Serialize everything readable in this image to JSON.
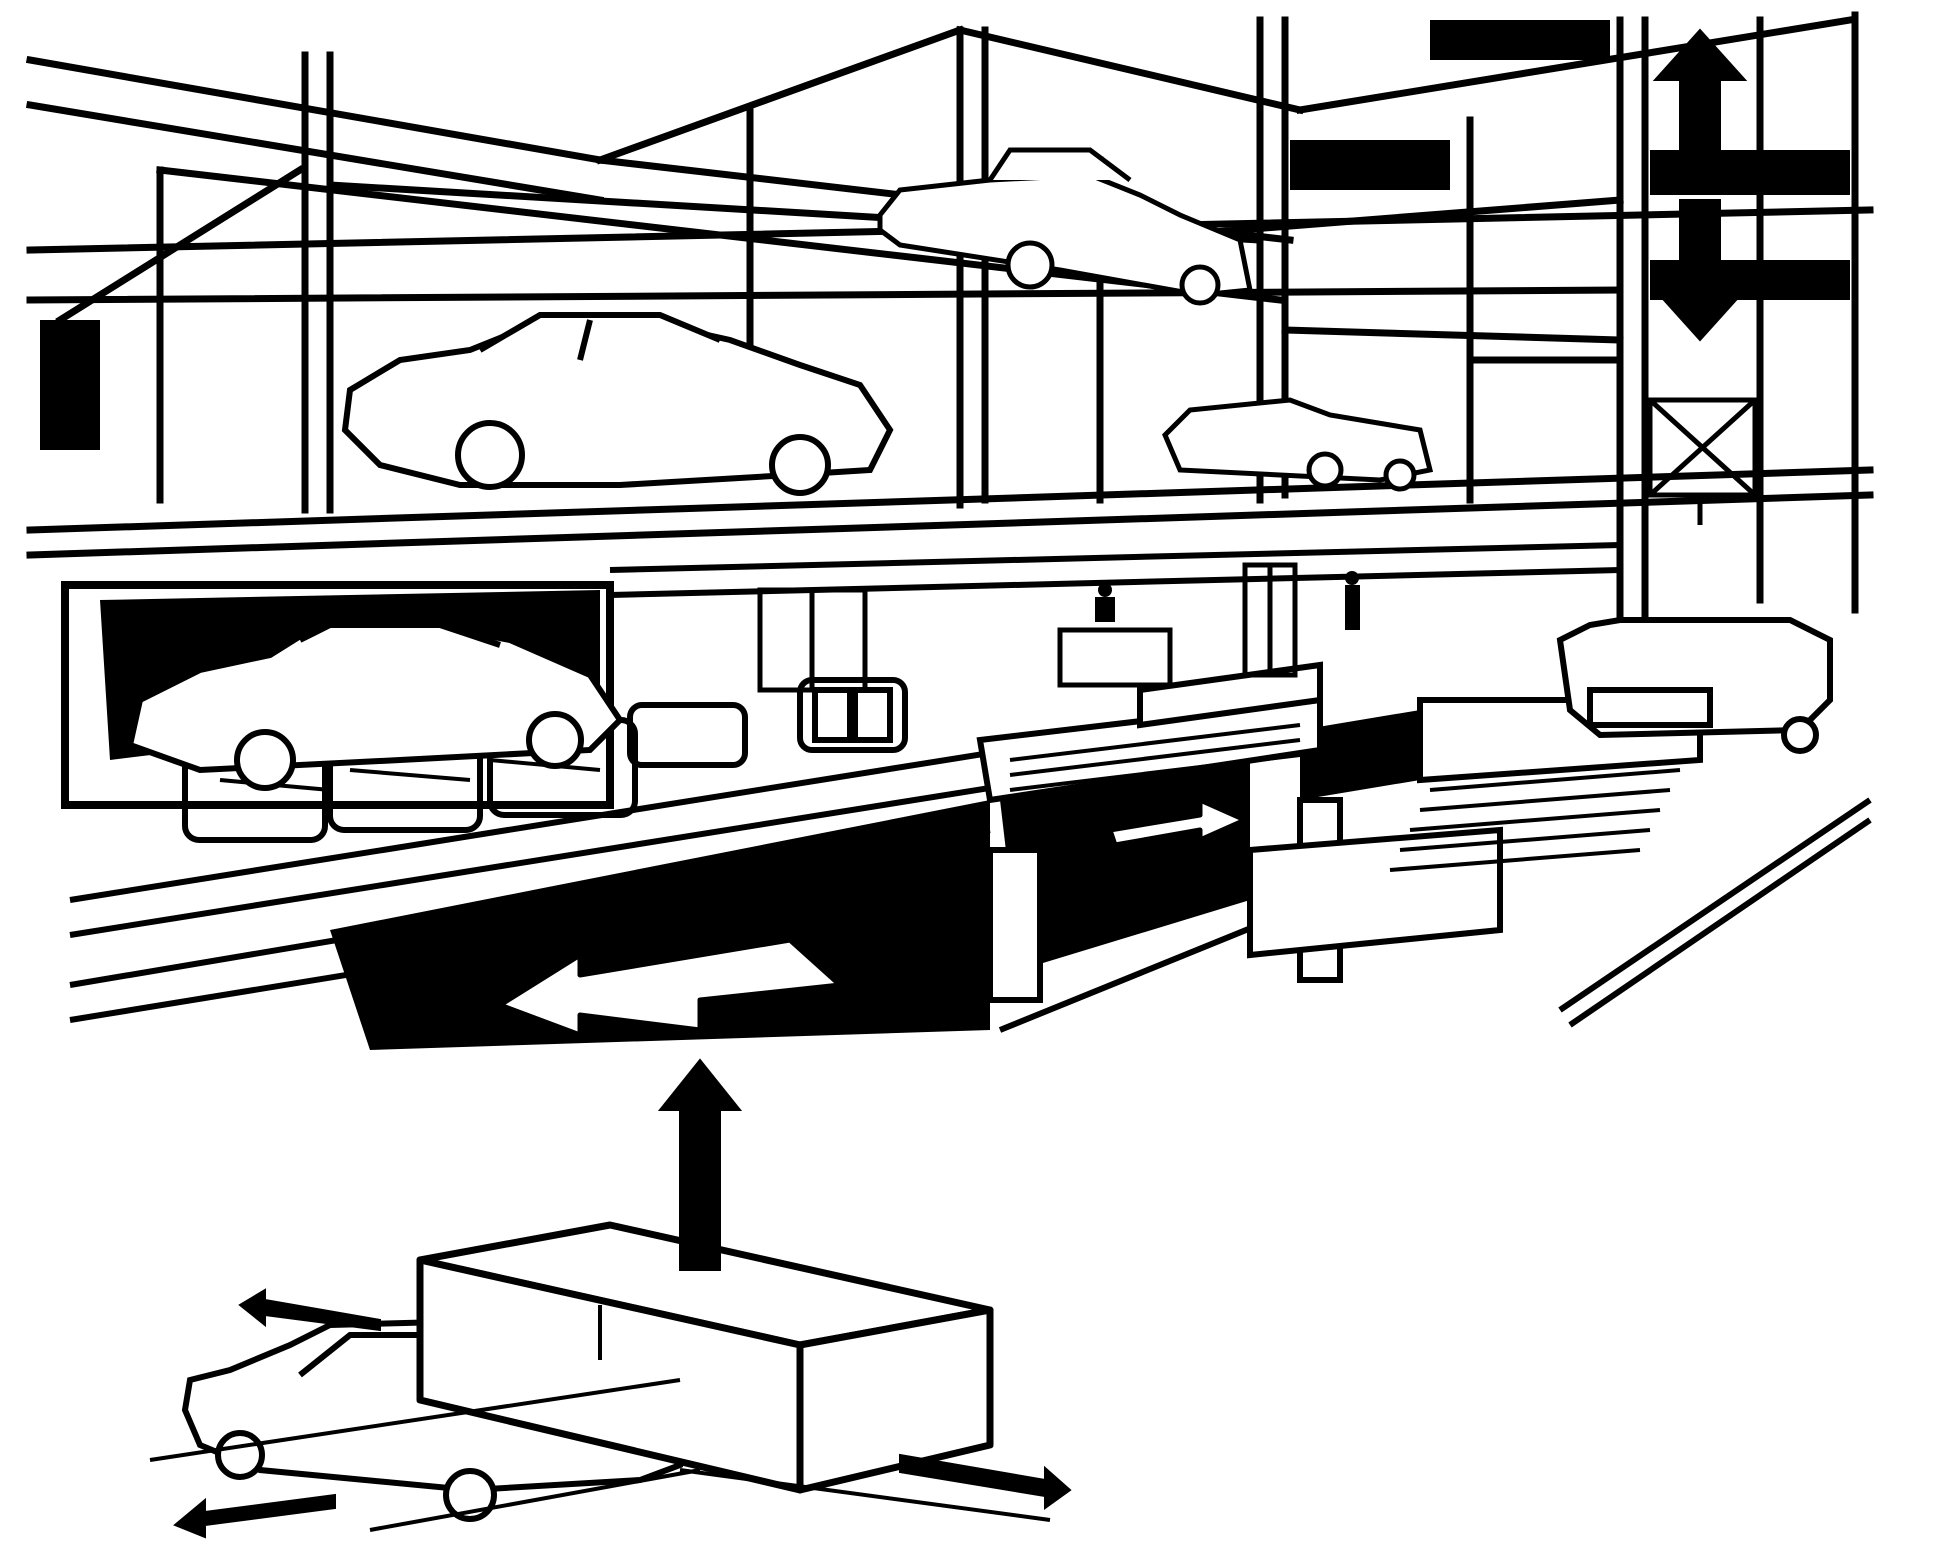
{
  "illustration": {
    "subject": "",
    "colors": {
      "ink": "#000000",
      "paper": "#ffffff"
    },
    "arrows": [
      {
        "name": "elevator-up-arrow",
        "direction": "up"
      },
      {
        "name": "elevator-down-arrow",
        "direction": "down"
      },
      {
        "name": "exit-arrow",
        "direction": "left"
      },
      {
        "name": "transfer-arrow",
        "direction": "right"
      },
      {
        "name": "lift-up-arrow",
        "direction": "up"
      },
      {
        "name": "street-arrow-left",
        "direction": "left"
      },
      {
        "name": "street-arrow-right",
        "direction": "right"
      }
    ]
  }
}
